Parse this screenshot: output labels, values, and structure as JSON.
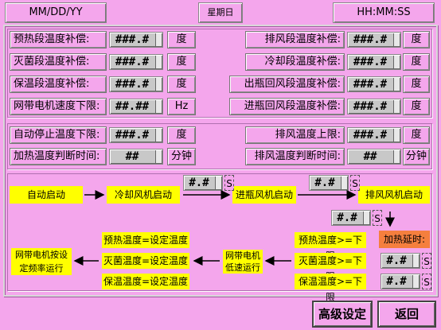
{
  "header": {
    "date": "MM/DD/YY",
    "weekday": "星期日",
    "time": "HH:MM:SS"
  },
  "compensation": {
    "left": [
      {
        "label": "预热段温度补偿:",
        "value": "###.#",
        "unit": "度"
      },
      {
        "label": "灭菌段温度补偿:",
        "value": "###.#",
        "unit": "度"
      },
      {
        "label": "保温段温度补偿:",
        "value": "###.#",
        "unit": "度"
      },
      {
        "label": "网带电机速度下限:",
        "value": "##.##",
        "unit": "Hz"
      }
    ],
    "right": [
      {
        "label": "排风段温度补偿:",
        "value": "###.#",
        "unit": "度"
      },
      {
        "label": "冷却段温度补偿:",
        "value": "###.#",
        "unit": "度"
      },
      {
        "label": "出瓶回风段温度补偿:",
        "value": "###.#",
        "unit": "度"
      },
      {
        "label": "进瓶回风段温度补偿:",
        "value": "###.#",
        "unit": "度"
      }
    ]
  },
  "limits": {
    "auto_stop": {
      "label": "自动停止温度下限:",
      "value": "###.#",
      "unit": "度"
    },
    "heat_judge": {
      "label": "加热温度判断时间:",
      "value": "##",
      "unit": "分钟"
    },
    "exhaust_upper": {
      "label": "排风温度上限:",
      "value": "###.#",
      "unit": "度"
    },
    "exhaust_judge": {
      "label": "排风温度判断时间:",
      "value": "##",
      "unit": "分钟"
    }
  },
  "flow": {
    "auto_start": "自动启动",
    "cool_fan_start": "冷却风机启动",
    "in_fan_start": "进瓶风机启动",
    "exhaust_fan_start": "排风风机启动",
    "delay1": "#.#",
    "delay2": "#.#",
    "delay3": "#.#",
    "delay4": "#.#",
    "delay5": "#.#",
    "s": "S",
    "heat_delay": "加热延时:",
    "pre_cond": "预热温度>=下限",
    "ster_cond": "灭菌温度>=下限",
    "hold_cond": "保温温度>=下限",
    "belt_low": "网带电机低速运行",
    "pre_set": "预热温度=设定温度",
    "ster_set": "灭菌温度=设定温度",
    "hold_set": "保温温度=设定温度",
    "belt_freq": "网带电机按设定频率运行"
  },
  "buttons": {
    "advanced": "高级设定",
    "back": "返回"
  }
}
